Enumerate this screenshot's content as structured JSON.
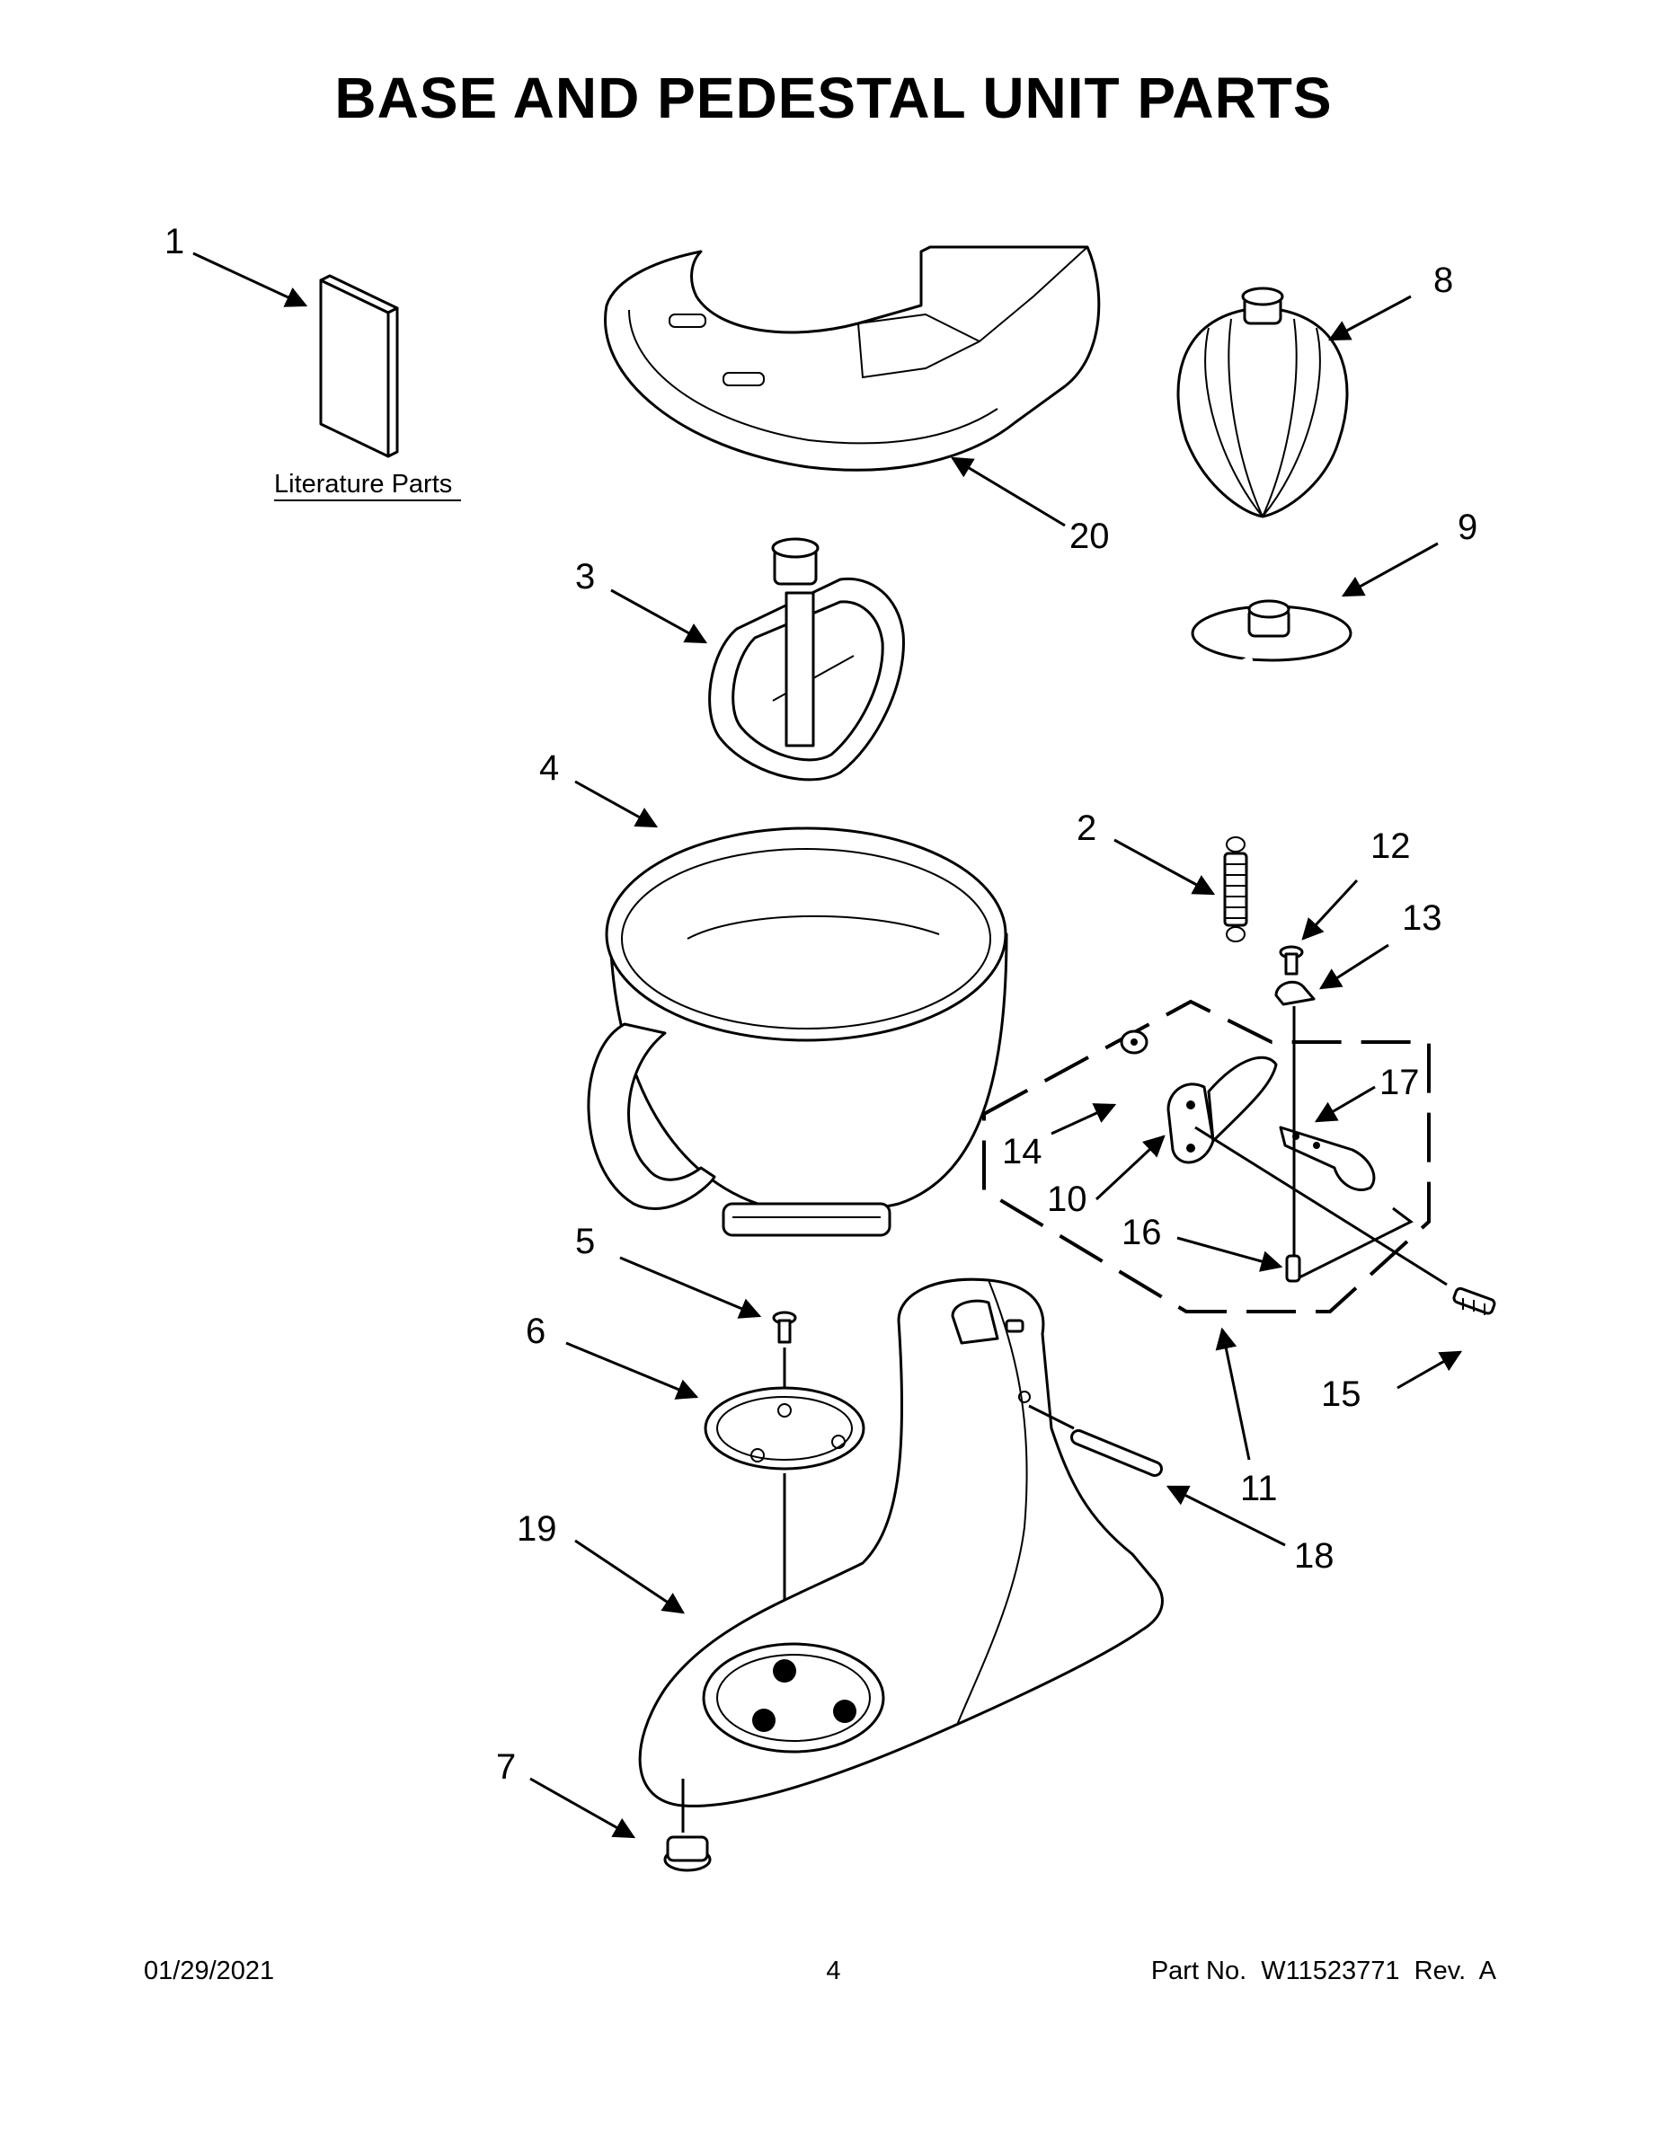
{
  "title": "BASE AND PEDESTAL UNIT PARTS",
  "literature_label": "Literature Parts",
  "callouts": {
    "c1": "1",
    "c2": "2",
    "c3": "3",
    "c4": "4",
    "c5": "5",
    "c6": "6",
    "c7": "7",
    "c8": "8",
    "c9": "9",
    "c10": "10",
    "c11": "11",
    "c12": "12",
    "c13": "13",
    "c14": "14",
    "c15": "15",
    "c16": "16",
    "c17": "17",
    "c18": "18",
    "c19": "19",
    "c20": "20"
  },
  "footer": {
    "date": "01/29/2021",
    "page": "4",
    "part_number": "Part No.  W11523771  Rev.  A"
  }
}
